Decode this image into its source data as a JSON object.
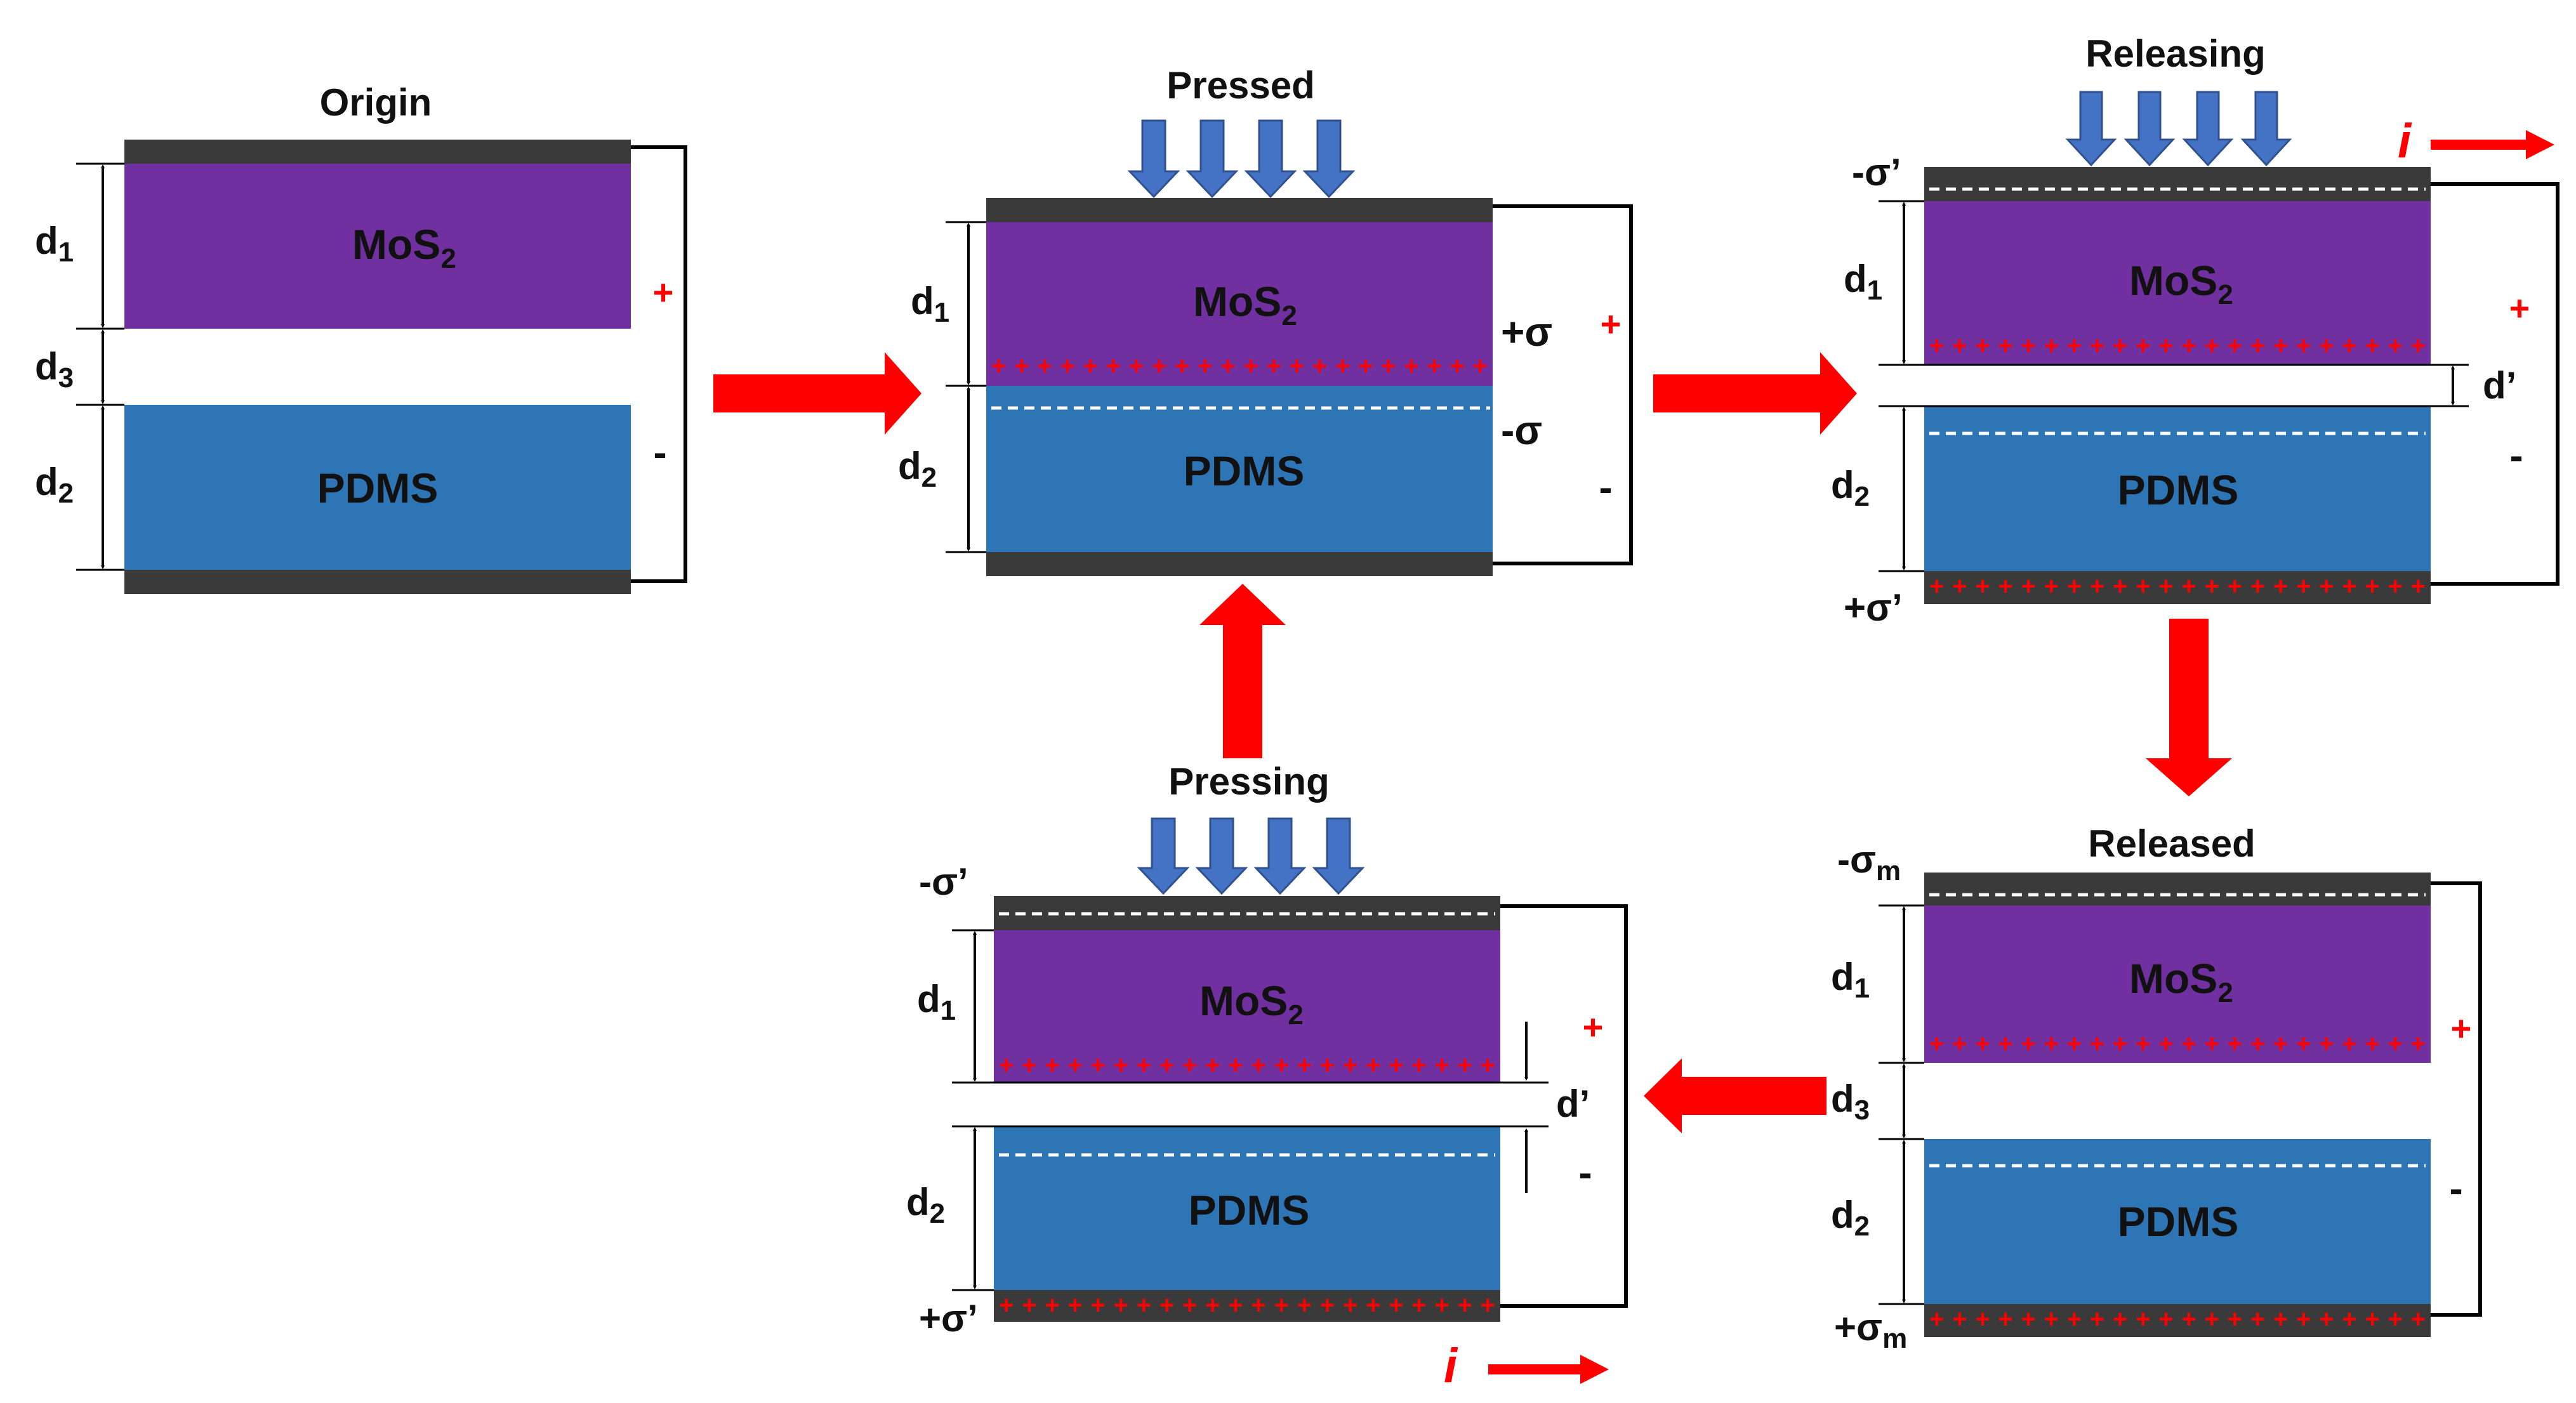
{
  "colors": {
    "electrode": "#3a3a3a",
    "mos2": "#7030a0",
    "pdms": "#2e75b6",
    "process_arrow": "#ff0000",
    "press_arrow": "#4472c4",
    "charge_red": "#ff0000",
    "dashed_line": "#ffffff",
    "wire": "#000000"
  },
  "layers": {
    "mos2": "MoS",
    "mos2_subscript": "2",
    "pdms": "PDMS"
  },
  "dims": {
    "d": "d",
    "sub1": "1",
    "sub2": "2",
    "sub3": "3",
    "d_prime": "d’"
  },
  "signs": {
    "plus": "+",
    "minus": "-",
    "plus_sigma": "+σ",
    "minus_sigma": "-σ",
    "minus_sigma_prime": "-σ’",
    "plus_sigma_prime": "+σ’",
    "minus_sigma_m": "-σ",
    "plus_sigma_m": "+σ",
    "m_subscript": "m",
    "current": "i",
    "charge_row": "++++++++++++++++++++++"
  },
  "panels": {
    "origin": {
      "title": "Origin"
    },
    "pressed": {
      "title": "Pressed"
    },
    "releasing": {
      "title": "Releasing"
    },
    "released": {
      "title": "Released"
    },
    "pressing": {
      "title": "Pressing"
    }
  },
  "icons": {
    "press_arrow": "down-arrow-icon",
    "process_arrow": "block-arrow-icon",
    "current_arrow": "right-arrow-icon"
  }
}
